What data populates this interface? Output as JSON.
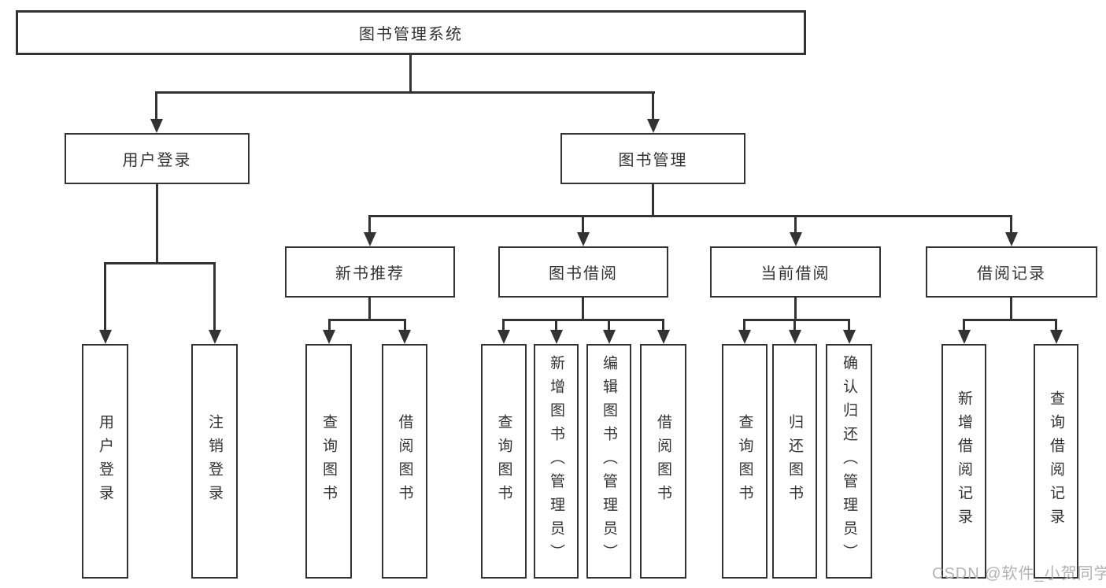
{
  "colors": {
    "line": "#333333",
    "text": "#333333",
    "box_fill": "#ffffff",
    "watermark": "#b3b3b3"
  },
  "nodes": {
    "root": {
      "label": "图书管理系统"
    },
    "level2": [
      {
        "label": "用户登录"
      },
      {
        "label": "图书管理"
      }
    ],
    "level3": [
      {
        "label": "新书推荐"
      },
      {
        "label": "图书借阅"
      },
      {
        "label": "当前借阅"
      },
      {
        "label": "借阅记录"
      }
    ],
    "leaves": [
      {
        "label": "用户登录"
      },
      {
        "label": "注销登录"
      },
      {
        "label": "查询图书"
      },
      {
        "label": "借阅图书"
      },
      {
        "label": "查询图书"
      },
      {
        "label": "新增图书（管理员）"
      },
      {
        "label": "编辑图书（管理员）"
      },
      {
        "label": "借阅图书"
      },
      {
        "label": "查询图书"
      },
      {
        "label": "归还图书"
      },
      {
        "label": "确认归还（管理员）"
      },
      {
        "label": "新增借阅记录"
      },
      {
        "label": "查询借阅记录"
      }
    ]
  },
  "watermark": {
    "text": "CSDN @软件_小贺同学"
  }
}
